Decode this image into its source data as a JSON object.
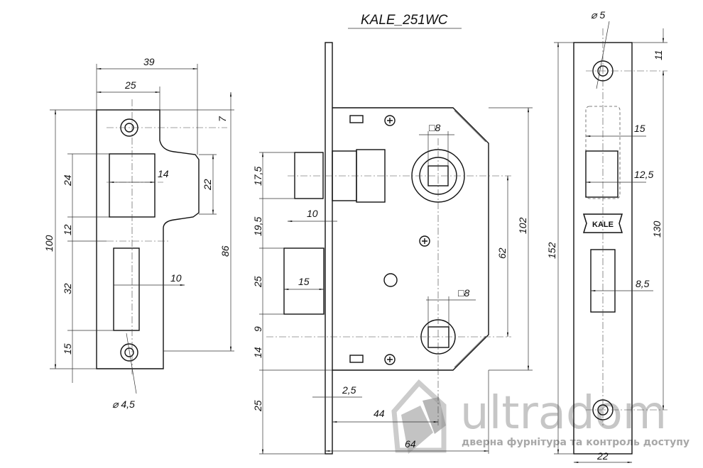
{
  "title": "KALE_251WC",
  "logo_text": "KALE",
  "watermark": {
    "brand": "ultradom",
    "tagline": "дверна фурнітура та контроль доступу"
  },
  "strike_plate": {
    "dims": {
      "w39": "39",
      "w25": "25",
      "d7": "7",
      "d22": "22",
      "d14": "14",
      "d10": "10",
      "d24": "24",
      "d12": "12",
      "d32": "32",
      "d15": "15",
      "h100": "100",
      "h86": "86",
      "hole": "⌀ 4,5"
    }
  },
  "lock_body": {
    "dims": {
      "d17_5": "17,5",
      "d19_5": "19,5",
      "d25a": "25",
      "d9": "9",
      "d14": "14",
      "d25b": "25",
      "d10": "10",
      "d15": "15",
      "sq8a": "□8",
      "sq8b": "□8",
      "h62": "62",
      "h102": "102",
      "d2_5": "2,5",
      "d44": "44",
      "d64": "64"
    }
  },
  "faceplate": {
    "dims": {
      "hole": "⌀ 5",
      "d11": "11",
      "d15": "15",
      "d12_5": "12,5",
      "h130": "130",
      "h152": "152",
      "d8_5": "8,5",
      "w22": "22"
    }
  }
}
